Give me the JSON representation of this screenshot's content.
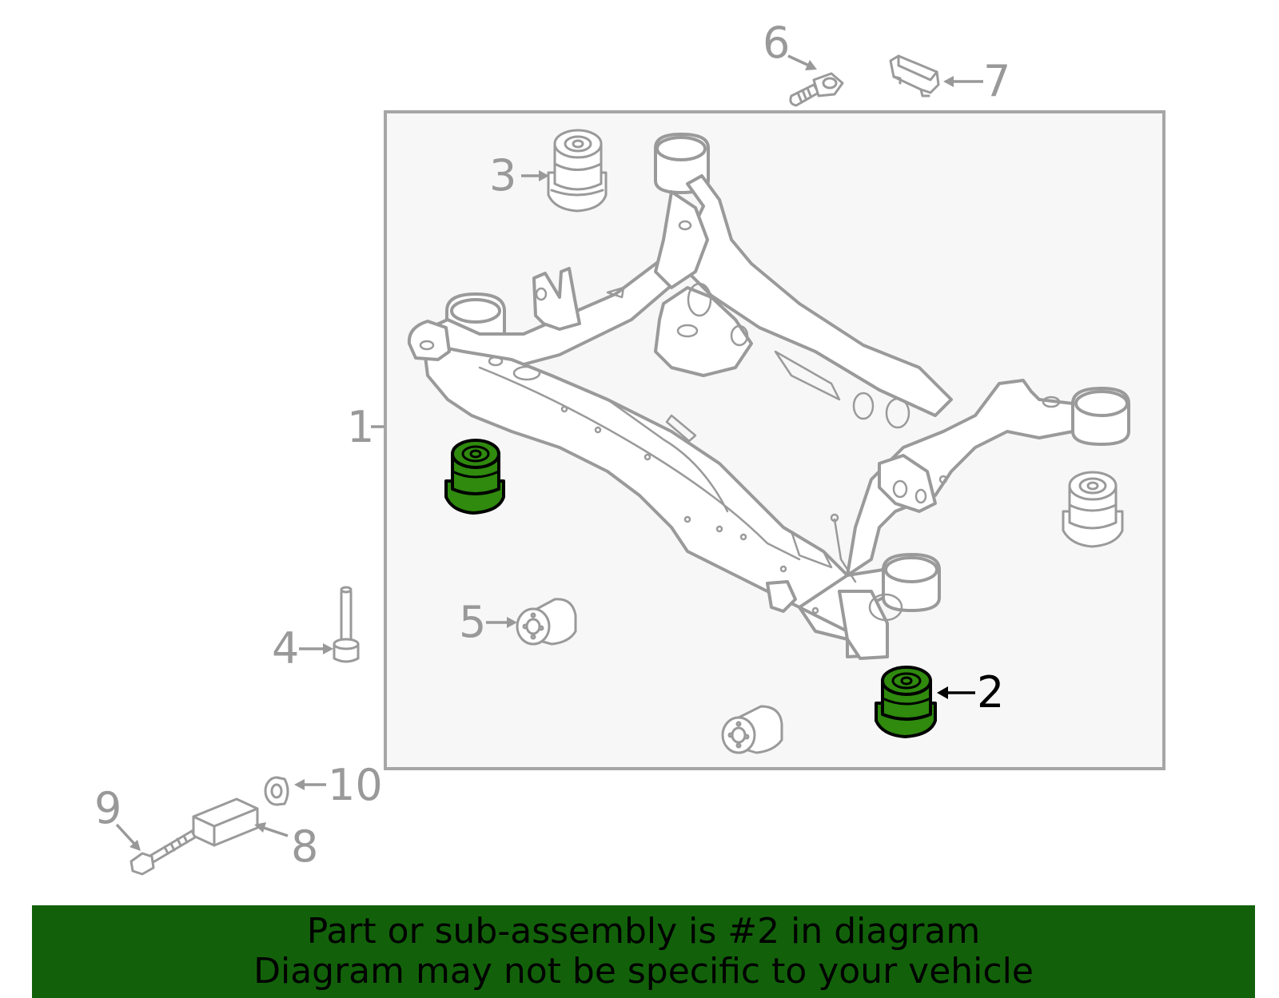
{
  "diagram": {
    "callouts": [
      {
        "id": "1",
        "text": "1",
        "highlighted": false
      },
      {
        "id": "2",
        "text": "2",
        "highlighted": true
      },
      {
        "id": "3",
        "text": "3",
        "highlighted": false
      },
      {
        "id": "4",
        "text": "4",
        "highlighted": false
      },
      {
        "id": "5",
        "text": "5",
        "highlighted": false
      },
      {
        "id": "6",
        "text": "6",
        "highlighted": false
      },
      {
        "id": "7",
        "text": "7",
        "highlighted": false
      },
      {
        "id": "8",
        "text": "8",
        "highlighted": false
      },
      {
        "id": "9",
        "text": "9",
        "highlighted": false
      },
      {
        "id": "10",
        "text": "10",
        "highlighted": false
      }
    ],
    "colors": {
      "highlight_fill": "#2f8a0e",
      "banner_background": "#12610a",
      "line_gray": "#9a9a9a",
      "panel_background": "#f7f7f7"
    }
  },
  "banner": {
    "line1": "Part or sub-assembly is #2 in diagram",
    "line2": "Diagram may not be specific to your vehicle"
  }
}
